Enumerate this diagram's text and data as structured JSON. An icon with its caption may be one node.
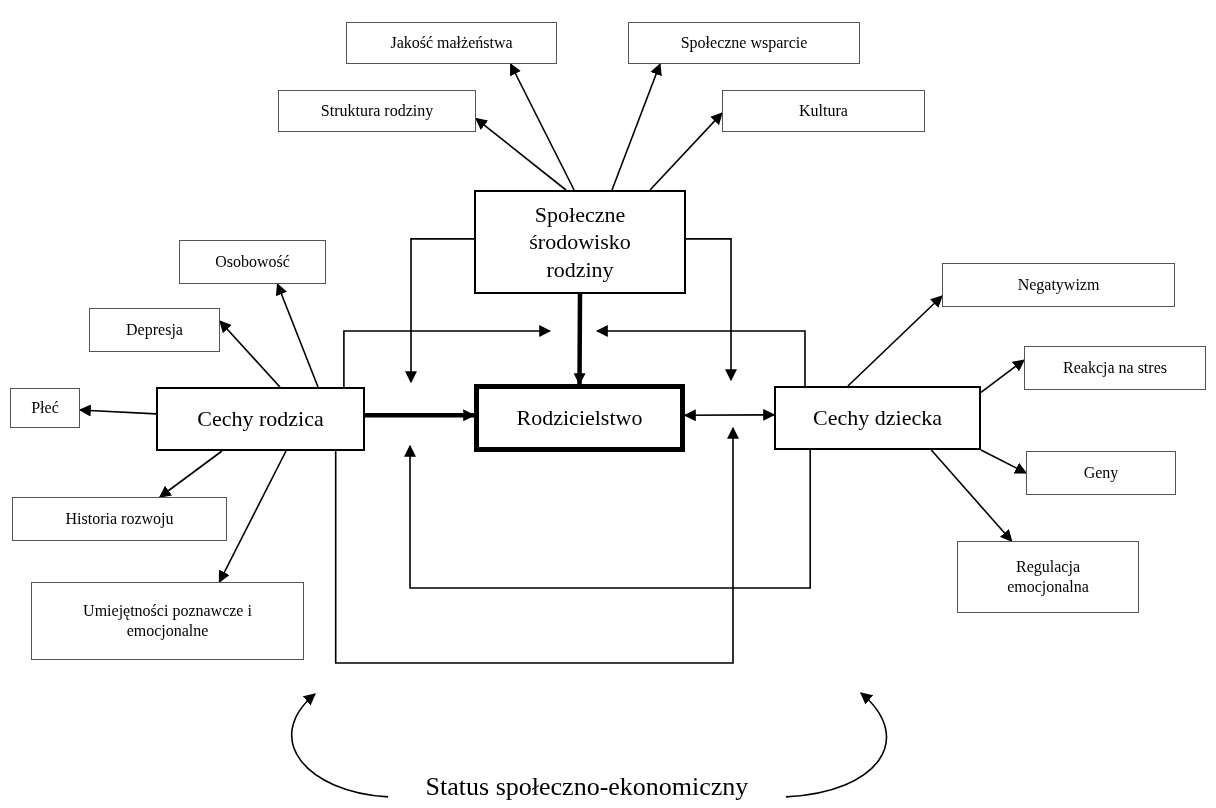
{
  "diagram": {
    "nodes": [
      {
        "text": [
          "Społeczne środowisko rodziny"
        ]
      },
      {
        "text": [
          "Struktura rodziny"
        ]
      },
      {
        "text": [
          "Jakość małżeństwa"
        ]
      },
      {
        "text": [
          "Społeczne wsparcie"
        ]
      },
      {
        "text": [
          "Kultura"
        ]
      },
      {
        "text": [
          "Osobowość"
        ]
      },
      {
        "text": [
          "Depresja"
        ]
      },
      {
        "text": [
          "Płeć"
        ]
      },
      {
        "text": [
          "Cechy rodzica"
        ]
      },
      {
        "text": [
          "Historia rozwoju"
        ]
      },
      {
        "text": [
          "Umiejętności poznawcze i emocjonalne"
        ]
      },
      {
        "text": [
          "Rodzicielstwo"
        ]
      },
      {
        "text": [
          "Cechy dziecka"
        ]
      },
      {
        "text": [
          "Negatywizm"
        ]
      },
      {
        "text": [
          "Reakcja na stres"
        ]
      },
      {
        "text": [
          "Geny"
        ]
      },
      {
        "text": [
          "Regulacja emocjonalna"
        ]
      },
      {
        "text": [
          "Status społeczno-ekonomiczny"
        ]
      }
    ],
    "edges": [
      {
        "from": 0,
        "to": 1,
        "arrow": "to"
      },
      {
        "from": 0,
        "to": 2,
        "arrow": "to"
      },
      {
        "from": 0,
        "to": 3,
        "arrow": "to"
      },
      {
        "from": 0,
        "to": 4,
        "arrow": "to"
      },
      {
        "from": 8,
        "to": 5,
        "arrow": "to"
      },
      {
        "from": 8,
        "to": 6,
        "arrow": "to"
      },
      {
        "from": 8,
        "to": 7,
        "arrow": "to"
      },
      {
        "from": 8,
        "to": 9,
        "arrow": "to"
      },
      {
        "from": 8,
        "to": 10,
        "arrow": "to"
      },
      {
        "from": 8,
        "to": 11,
        "arrow": "to",
        "style": "thick"
      },
      {
        "from": 0,
        "to": 11,
        "arrow": "to",
        "style": "thick"
      },
      {
        "from": 11,
        "to": 12,
        "arrow": "both"
      },
      {
        "from": 12,
        "to": 13,
        "arrow": "to"
      },
      {
        "from": 12,
        "to": 14,
        "arrow": "to"
      },
      {
        "from": 12,
        "to": 15,
        "arrow": "to"
      },
      {
        "from": 12,
        "to": 16,
        "arrow": "to"
      },
      {
        "from": 0,
        "to": null,
        "arrow": "to"
      },
      {
        "from": 0,
        "to": null,
        "arrow": "to"
      },
      {
        "from": 8,
        "to": null,
        "arrow": "to"
      },
      {
        "from": 12,
        "to": null,
        "arrow": "to"
      },
      {
        "from": 12,
        "to": null,
        "arrow": "to"
      },
      {
        "from": 8,
        "to": null,
        "arrow": "to"
      },
      {
        "from": 17,
        "to": null,
        "arrow": "to"
      },
      {
        "from": 17,
        "to": null,
        "arrow": "to"
      }
    ]
  }
}
